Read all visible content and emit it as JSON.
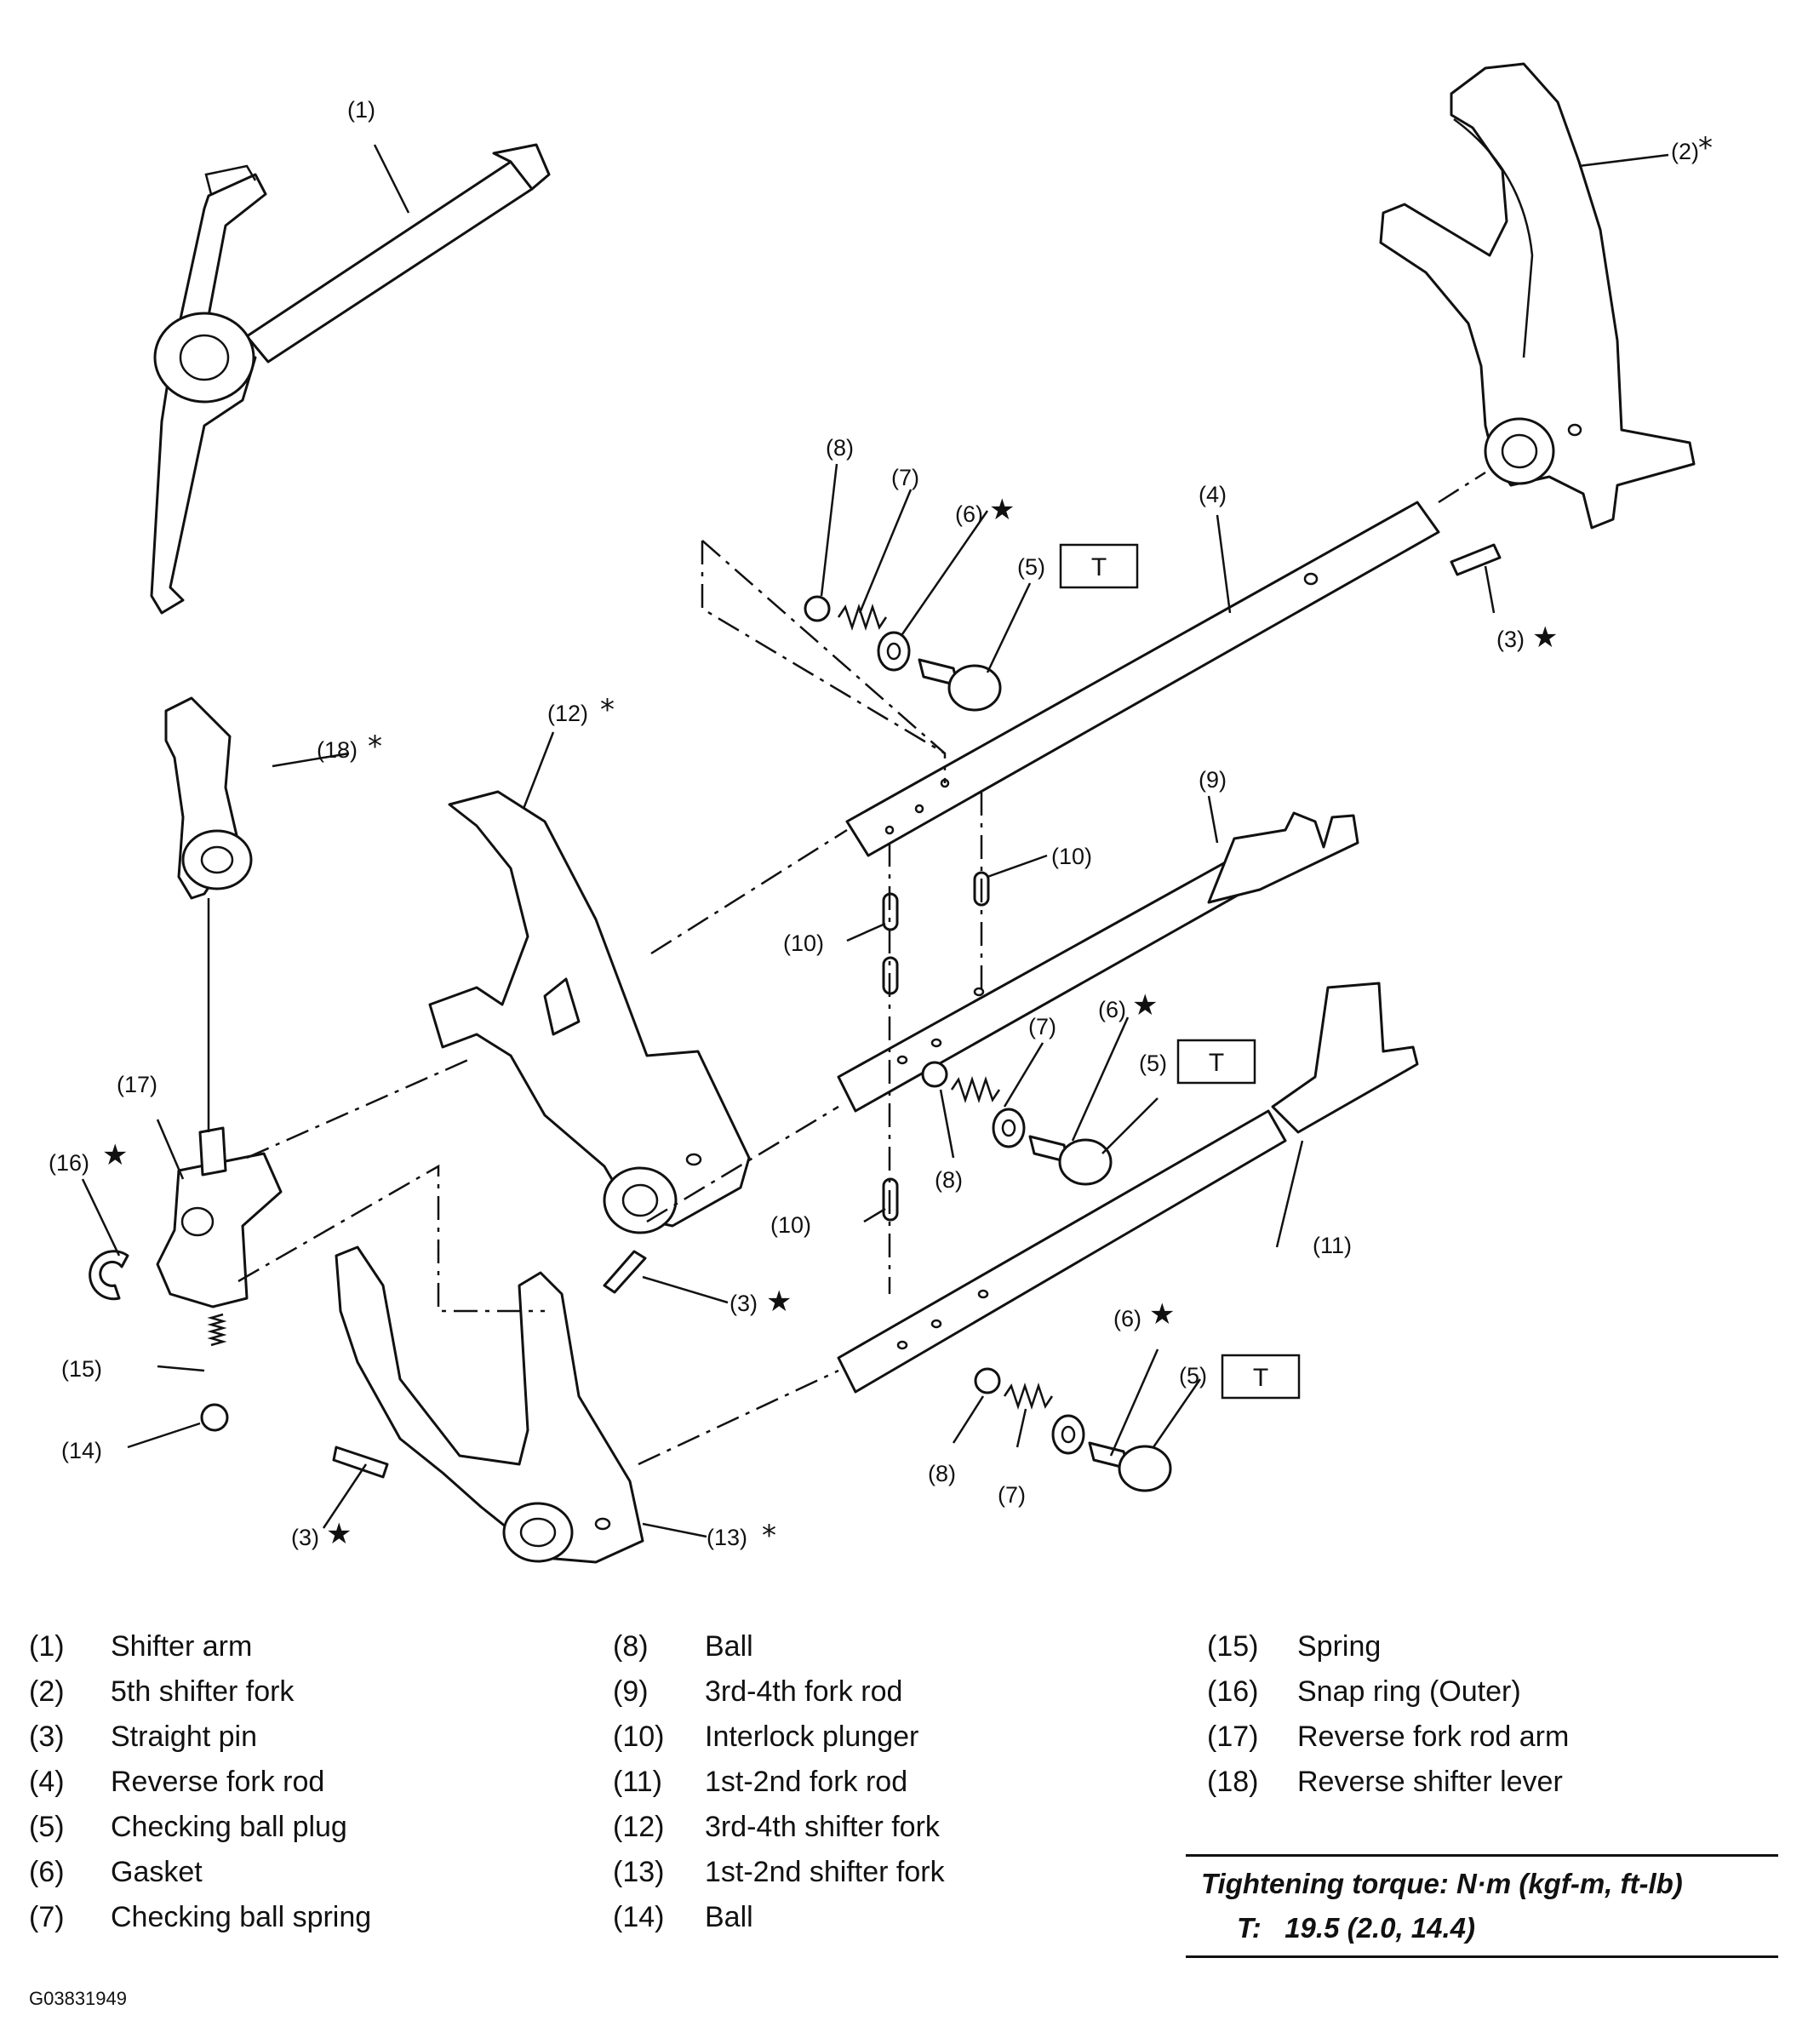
{
  "callouts": {
    "c1": "(1)",
    "c2": "(2)",
    "c3a": "(3)",
    "c3b": "(3)",
    "c3c": "(3)",
    "c4": "(4)",
    "c5a": "(5)",
    "c5b": "(5)",
    "c5c": "(5)",
    "c6a": "(6)",
    "c6b": "(6)",
    "c6c": "(6)",
    "c7a": "(7)",
    "c7b": "(7)",
    "c7c": "(7)",
    "c8a": "(8)",
    "c8b": "(8)",
    "c8c": "(8)",
    "c9": "(9)",
    "c10a": "(10)",
    "c10b": "(10)",
    "c10c": "(10)",
    "c11": "(11)",
    "c12": "(12)",
    "c13": "(13)",
    "c14": "(14)",
    "c15": "(15)",
    "c16": "(16)",
    "c17": "(17)",
    "c18": "(18)"
  },
  "marks": {
    "asterisk": "*",
    "star": "★",
    "torque": "T"
  },
  "legend": [
    [
      {
        "num": "(1)",
        "label": "Shifter arm"
      },
      {
        "num": "(2)",
        "label": "5th shifter fork"
      },
      {
        "num": "(3)",
        "label": "Straight pin"
      },
      {
        "num": "(4)",
        "label": "Reverse fork rod"
      },
      {
        "num": "(5)",
        "label": "Checking ball plug"
      },
      {
        "num": "(6)",
        "label": "Gasket"
      },
      {
        "num": "(7)",
        "label": "Checking ball spring"
      }
    ],
    [
      {
        "num": "(8)",
        "label": "Ball"
      },
      {
        "num": "(9)",
        "label": "3rd-4th fork rod"
      },
      {
        "num": "(10)",
        "label": "Interlock plunger"
      },
      {
        "num": "(11)",
        "label": "1st-2nd fork rod"
      },
      {
        "num": "(12)",
        "label": "3rd-4th shifter fork"
      },
      {
        "num": "(13)",
        "label": "1st-2nd shifter fork"
      },
      {
        "num": "(14)",
        "label": "Ball"
      }
    ],
    [
      {
        "num": "(15)",
        "label": "Spring"
      },
      {
        "num": "(16)",
        "label": "Snap ring (Outer)"
      },
      {
        "num": "(17)",
        "label": "Reverse fork rod arm"
      },
      {
        "num": "(18)",
        "label": "Reverse shifter lever"
      }
    ]
  ],
  "torque": {
    "heading": "Tightening torque: N·m (kgf-m, ft-lb)",
    "value": "T:   19.5 (2.0, 14.4)"
  },
  "figure_id": "G03831949"
}
